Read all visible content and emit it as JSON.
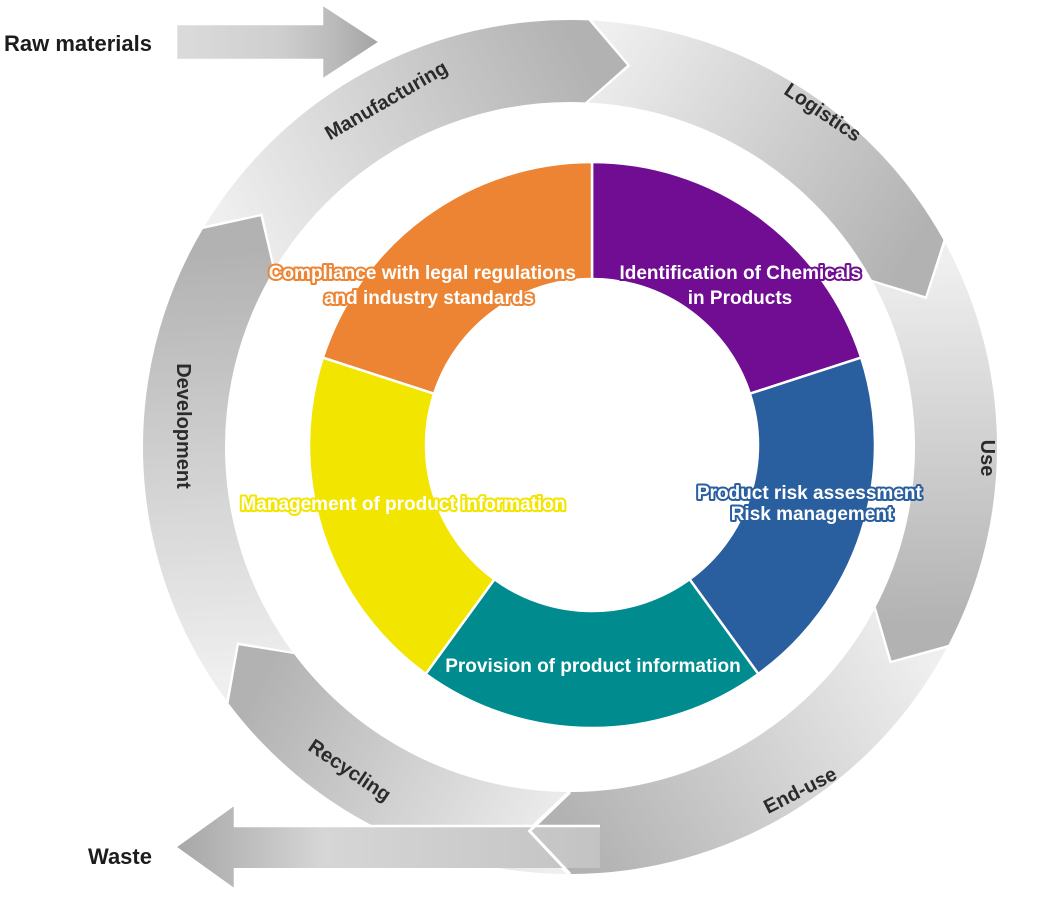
{
  "arrows": {
    "input_label": "Raw materials",
    "output_label": "Waste"
  },
  "outer_ring": {
    "segments": [
      {
        "label": "Manufacturing"
      },
      {
        "label": "Logistics"
      },
      {
        "label": "Use"
      },
      {
        "label": "End-use"
      },
      {
        "label": "Recycling"
      },
      {
        "label": "Development"
      }
    ]
  },
  "donut": {
    "segments": [
      {
        "label_lines": [
          "Identification of Chemicals",
          "in Products"
        ],
        "color": "#700D92"
      },
      {
        "label_lines": [
          "Product risk assessment",
          "Risk management"
        ],
        "color": "#2A5F9F"
      },
      {
        "label_lines": [
          "Provision of product information"
        ],
        "color": "#008C8F"
      },
      {
        "label_lines": [
          "Management of product information"
        ],
        "color": "#F2E500"
      },
      {
        "label_lines": [
          "Compliance with legal regulations",
          "and industry standards"
        ],
        "color": "#EC8433"
      }
    ]
  },
  "colors": {
    "ring_gradient_light": "#EFEFEF",
    "ring_gradient_dark": "#B2B2B2",
    "ring_label": "#2B2B2B",
    "outside_label": "#1C1C1C",
    "divider": "#FFFFFF",
    "donut_label_text": "#FFFFFF"
  }
}
